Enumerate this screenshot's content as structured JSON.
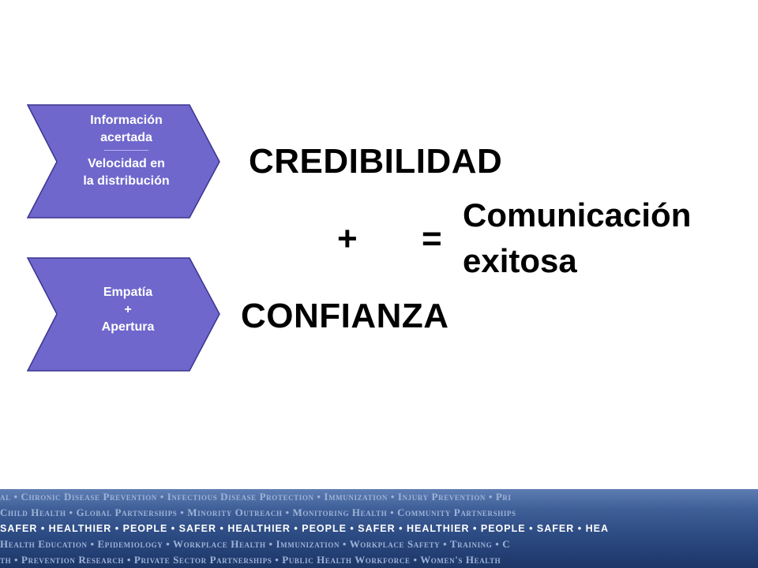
{
  "colors": {
    "chevron_fill": "#6f67cc",
    "chevron_stroke": "#3b358f",
    "banner": "#2c4a82"
  },
  "chevrons": [
    {
      "lines_top": [
        "Información",
        "acertada"
      ],
      "lines_bottom": [
        "Velocidad en",
        "la distribución"
      ]
    },
    {
      "lines": [
        "Empatía",
        "+",
        "Apertura"
      ]
    }
  ],
  "terms": {
    "credibility": "CREDIBILIDAD",
    "trust": "CONFIANZA"
  },
  "operators": {
    "plus": "+",
    "equals": "="
  },
  "result": {
    "line1": "Comunicación",
    "line2": "exitosa"
  },
  "banner_rows": [
    "al • Chronic Disease Prevention • Infectious Disease Protection • Immunization • Injury Prevention • Pri",
    "Child Health • Global Partnerships • Minority Outreach • Monitoring Health • Community Partnerships",
    "SAFER • HEALTHIER • PEOPLE • SAFER • HEALTHIER • PEOPLE • SAFER • HEALTHIER • PEOPLE • SAFER • HEA",
    "Health Education • Epidemiology • Workplace Health • Immunization • Workplace Safety • Training • C",
    "th • Prevention Research • Private Sector Partnerships • Public Health Workforce • Women's Health"
  ]
}
